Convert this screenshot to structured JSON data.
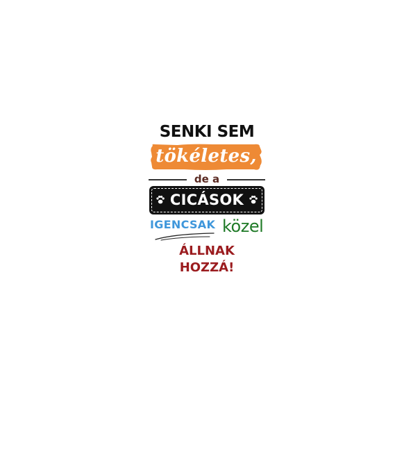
{
  "design": {
    "line1": "SENKI SEM",
    "line2": "tökéletes,",
    "line3": "de a",
    "line4": "CICÁSOK",
    "line5a": "IGENCSAK",
    "line5b": "közel",
    "line6": "ÁLLNAK HOZZÁ!"
  },
  "colors": {
    "orange": "#ee8a35",
    "black": "#111111",
    "brown": "#5a2a22",
    "blue": "#3f97db",
    "green": "#1f7a27",
    "red": "#9b1c1f"
  },
  "icons": {
    "left_paw": "paw-icon",
    "right_paw": "paw-icon",
    "underline": "swoosh-underline"
  }
}
